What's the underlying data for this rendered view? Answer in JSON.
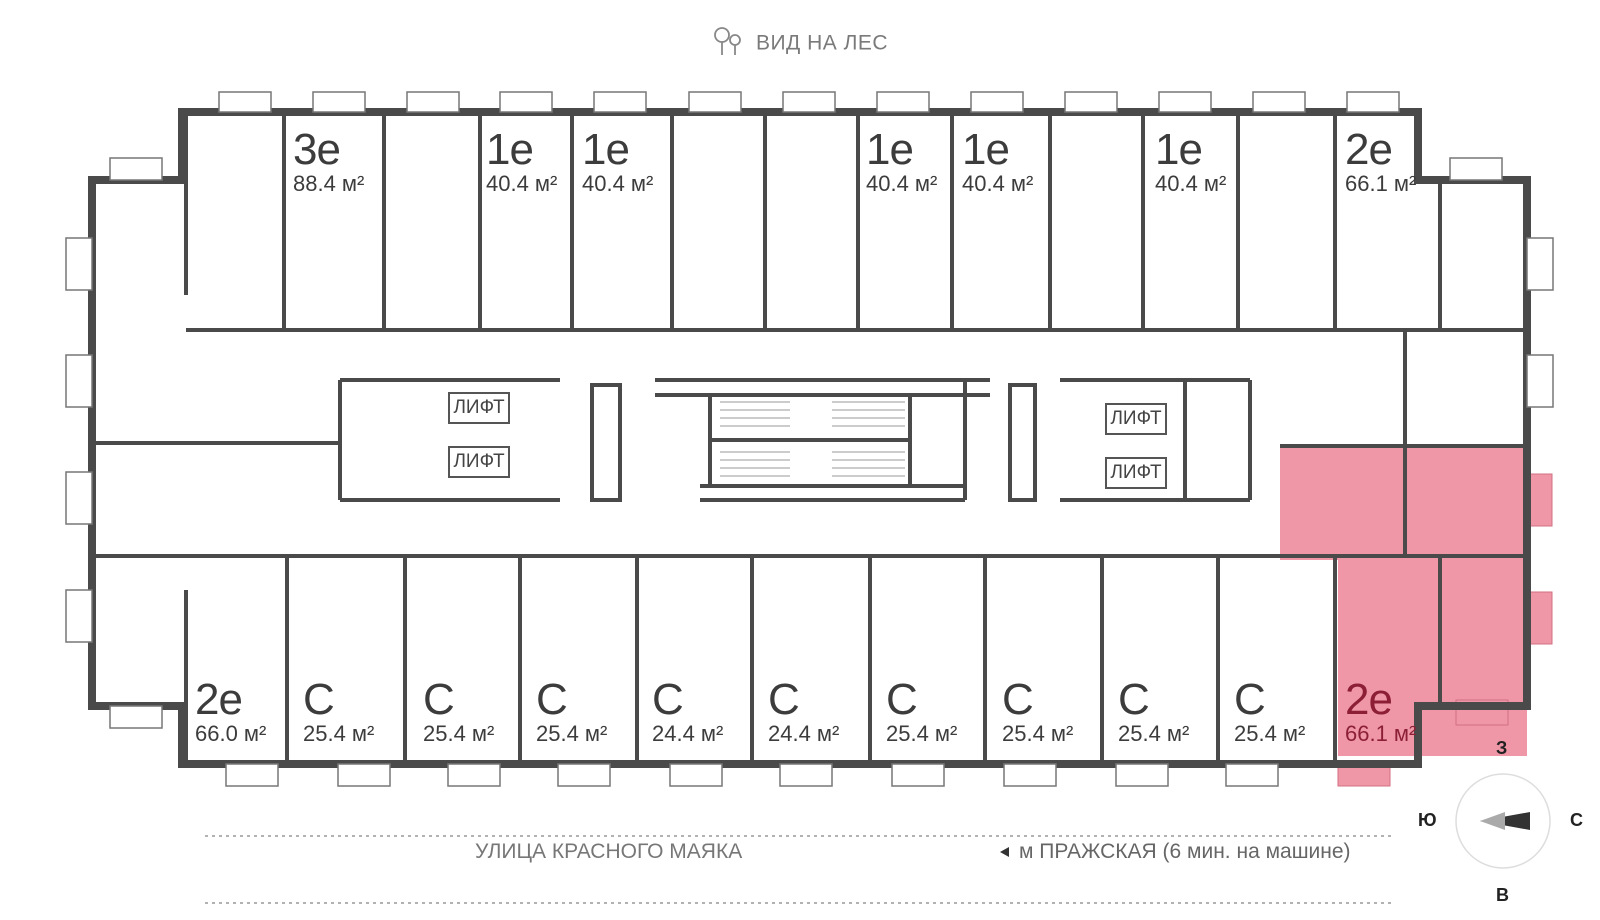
{
  "header": {
    "view_label": "ВИД НА ЛЕС",
    "tree_icon": "tree-icon"
  },
  "colors": {
    "wall": "#4a4a4a",
    "highlight": "#ef97a7",
    "highlight_text": "#8c1f35",
    "window": "#ffffff"
  },
  "apartments": [
    {
      "type": "3е",
      "area": "88.4 м²",
      "selected": false
    },
    {
      "type": "1е",
      "area": "40.4 м²",
      "selected": false
    },
    {
      "type": "1е",
      "area": "40.4 м²",
      "selected": false
    },
    {
      "type": "1е",
      "area": "40.4 м²",
      "selected": false
    },
    {
      "type": "1е",
      "area": "40.4 м²",
      "selected": false
    },
    {
      "type": "1е",
      "area": "40.4 м²",
      "selected": false
    },
    {
      "type": "2е",
      "area": "66.1 м²",
      "selected": false
    },
    {
      "type": "2е",
      "area": "66.0 м²",
      "selected": false
    },
    {
      "type": "С",
      "area": "25.4 м²",
      "selected": false
    },
    {
      "type": "С",
      "area": "25.4 м²",
      "selected": false
    },
    {
      "type": "С",
      "area": "25.4 м²",
      "selected": false
    },
    {
      "type": "С",
      "area": "24.4 м²",
      "selected": false
    },
    {
      "type": "С",
      "area": "24.4 м²",
      "selected": false
    },
    {
      "type": "С",
      "area": "25.4 м²",
      "selected": false
    },
    {
      "type": "С",
      "area": "25.4 м²",
      "selected": false
    },
    {
      "type": "С",
      "area": "25.4 м²",
      "selected": false
    },
    {
      "type": "С",
      "area": "25.4 м²",
      "selected": false
    },
    {
      "type": "2е",
      "area": "66.1 м²",
      "selected": true
    }
  ],
  "lifts": [
    "ЛИФТ",
    "ЛИФТ",
    "ЛИФТ",
    "ЛИФТ"
  ],
  "footer": {
    "street": "УЛИЦА КРАСНОГО МАЯКА",
    "metro": "м ПРАЖСКАЯ (6 мин. на машине)"
  },
  "compass": {
    "north": "С",
    "south": "Ю",
    "west": "З",
    "east": "В"
  }
}
